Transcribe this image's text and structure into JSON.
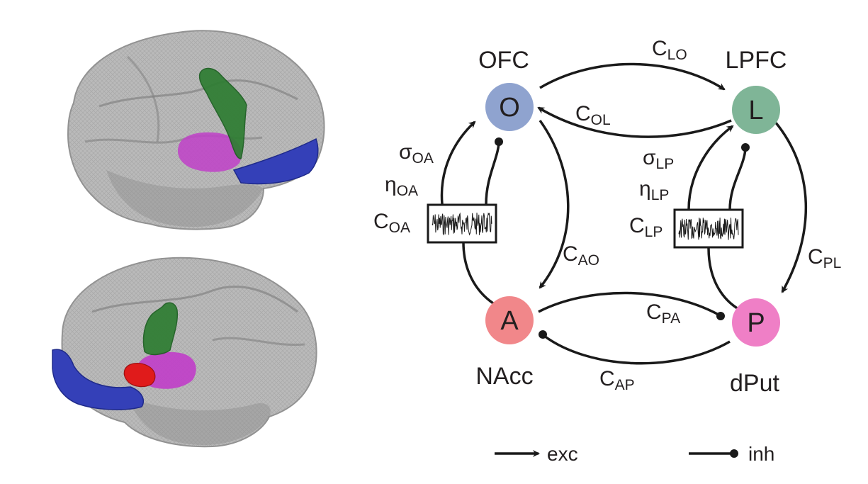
{
  "nodes": {
    "O": {
      "letter": "O",
      "name": "OFC",
      "color": "#8fa3cf"
    },
    "L": {
      "letter": "L",
      "name": "LPFC",
      "color": "#7fb597"
    },
    "A": {
      "letter": "A",
      "name": "NAcc",
      "color": "#f1878a"
    },
    "P": {
      "letter": "P",
      "name": "dPut",
      "color": "#ef7fc6"
    }
  },
  "edge_labels": {
    "LO": {
      "sym": "C",
      "sub": "LO"
    },
    "OL": {
      "sym": "C",
      "sub": "OL"
    },
    "AO": {
      "sym": "C",
      "sub": "AO"
    },
    "PL": {
      "sym": "C",
      "sub": "PL"
    },
    "PA": {
      "sym": "C",
      "sub": "PA"
    },
    "AP": {
      "sym": "C",
      "sub": "AP"
    }
  },
  "noise_labels": {
    "OA": [
      {
        "sym": "σ",
        "sub": "OA"
      },
      {
        "sym": "η",
        "sub": "OA"
      },
      {
        "sym": "C",
        "sub": "OA"
      }
    ],
    "LP": [
      {
        "sym": "σ",
        "sub": "LP"
      },
      {
        "sym": "η",
        "sub": "LP"
      },
      {
        "sym": "C",
        "sub": "LP"
      }
    ]
  },
  "legend": {
    "exc": "exc",
    "inh": "inh"
  },
  "brain_regions": {
    "cortex": "#9a9a9a",
    "green_region": "#2e7d32",
    "magenta_region": "#c03fc8",
    "blue_region": "#3440b8",
    "red_region": "#e01b1b"
  }
}
